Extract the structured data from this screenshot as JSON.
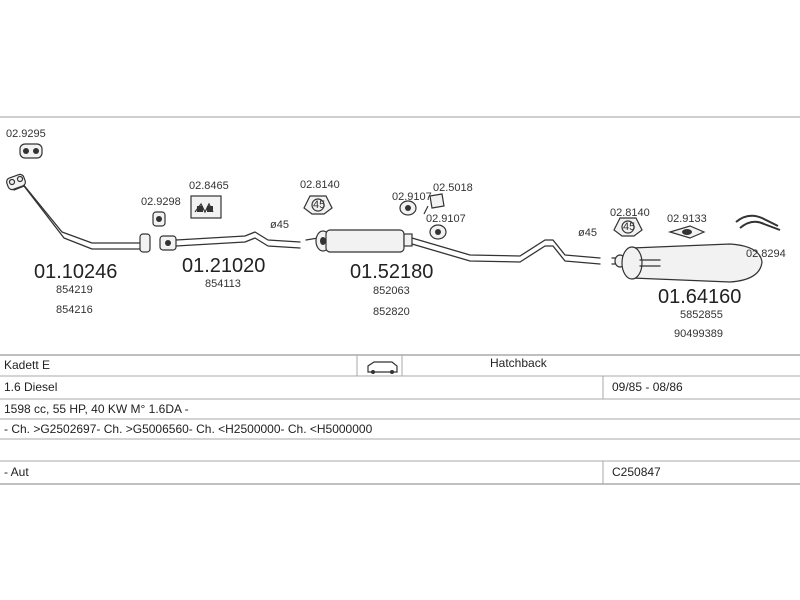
{
  "parts": {
    "front_pipe": {
      "code": "01.10246",
      "refs": [
        "854219",
        "854216"
      ]
    },
    "middle_pipe": {
      "code": "01.21020",
      "refs": [
        "854113"
      ]
    },
    "center_silencer": {
      "code": "01.52180",
      "refs": [
        "852063",
        "852820"
      ]
    },
    "rear_silencer": {
      "code": "01.64160",
      "refs": [
        "5852855",
        "90499389"
      ]
    }
  },
  "accessories": {
    "a1": "02.9295",
    "a2": "02.9298",
    "a3": "02.8465",
    "a4": "02.8140",
    "a5": "02.9107",
    "a6": "02.5018",
    "a7": "02.9107",
    "a8": "02.8140",
    "a9": "02.9133",
    "a10": "02.8294"
  },
  "diameters": {
    "d1": "ø45",
    "d2": "ø45"
  },
  "vehicle": {
    "model": "Kadett E",
    "body": "Hatchback",
    "engine": "1.6 Diesel",
    "period": "09/85 - 08/86",
    "specs": "1598 cc, 55 HP, 40 KW M° 1.6DA -",
    "chassis": "- Ch. >G2502697- Ch. >G5006560- Ch. <H2500000- Ch. <H5000000",
    "transmission": "- Aut",
    "catalog": "C250847"
  },
  "icons": {
    "body_icon": "car-hatchback-icon"
  }
}
